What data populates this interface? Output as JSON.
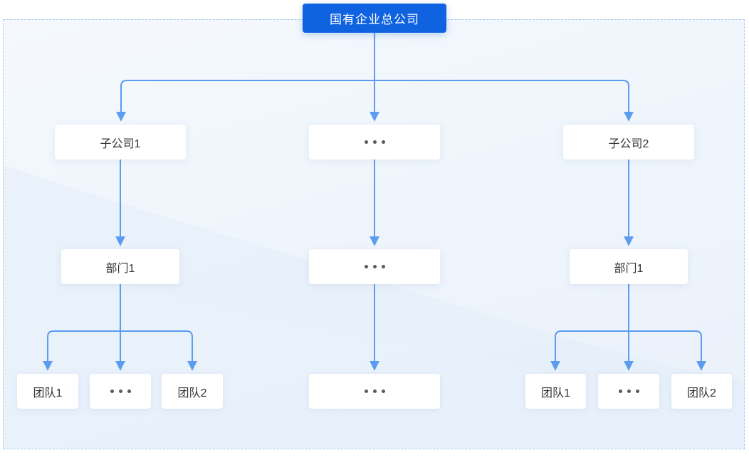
{
  "colors": {
    "accent": "#0f62e0",
    "connector": "#5b9bf0",
    "dashed_border": "#a9c9f2",
    "node_text": "#33343a",
    "ellipsis_dot": "#565b62"
  },
  "org_chart": {
    "root": {
      "label": "国有企业总公司"
    },
    "level2": [
      {
        "label": "子公司1"
      },
      {
        "ellipsis": true
      },
      {
        "label": "子公司2"
      }
    ],
    "level3": [
      {
        "label": "部门1"
      },
      {
        "ellipsis": true
      },
      {
        "label": "部门1"
      }
    ],
    "level4": {
      "left": [
        {
          "label": "团队1"
        },
        {
          "ellipsis": true
        },
        {
          "label": "团队2"
        }
      ],
      "middle": [
        {
          "ellipsis": true
        }
      ],
      "right": [
        {
          "label": "团队1"
        },
        {
          "ellipsis": true
        },
        {
          "label": "团队2"
        }
      ]
    }
  }
}
